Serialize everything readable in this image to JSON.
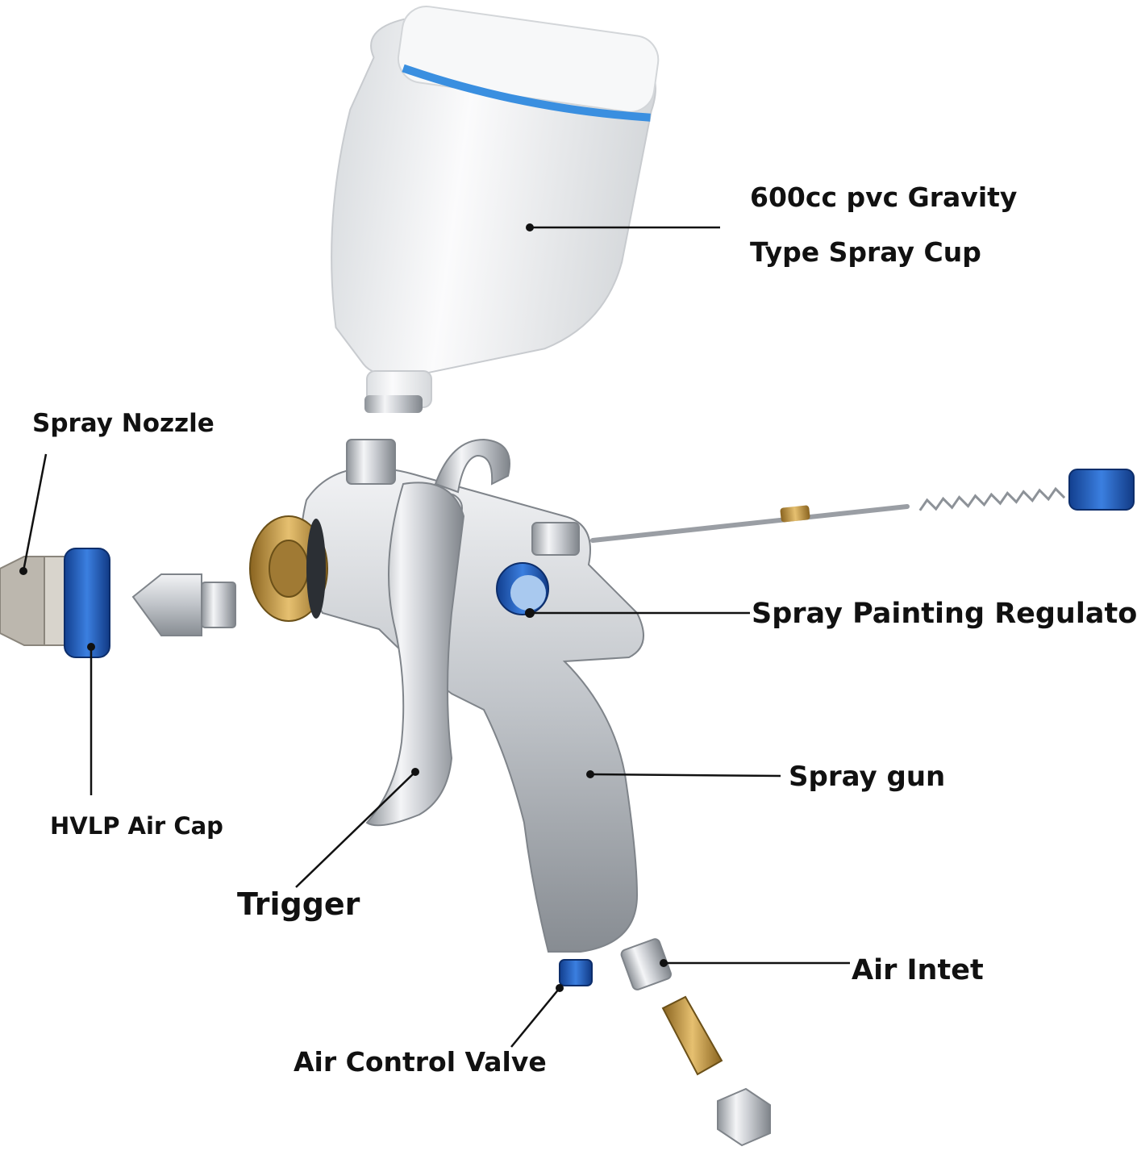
{
  "labels": {
    "cup_line1": "600cc pvc Gravity",
    "cup_line2": "Type Spray Cup",
    "spray_nozzle": "Spray Nozzle",
    "regulator": "Spray Painting Regulator",
    "spray_gun": "Spray gun",
    "air_cap": "HVLP Air Cap",
    "trigger": "Trigger",
    "air_inlet": "Air Intet",
    "air_control_valve": "Air Control Valve"
  },
  "colors": {
    "chrome": "#c9ccd1",
    "chrome_dark": "#8d9298",
    "accent_blue": "#1f5fc4",
    "cup_white": "#f3f4f5",
    "cup_band": "#3a8fe0",
    "brass": "#c79a3e",
    "leader": "#111111"
  }
}
